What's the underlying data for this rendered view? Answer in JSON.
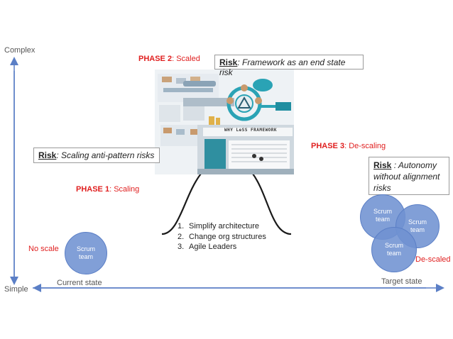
{
  "axes": {
    "y_top": "Complex",
    "y_bottom": "Simple",
    "x_left": "Current state",
    "x_right": "Target state"
  },
  "phases": {
    "phase1": {
      "bold": "PHASE 1",
      "rest": ": Scaling"
    },
    "phase2": {
      "bold": "PHASE 2",
      "rest": ": Scaled"
    },
    "phase3": {
      "bold": "PHASE 3",
      "rest": ": De-scaling"
    }
  },
  "risks": {
    "scaling": {
      "word": "Risk",
      "text": ": Scaling anti-pattern risks"
    },
    "framework": {
      "word": "Risk",
      "text": ": Framework as an end state risk"
    },
    "autonomy": {
      "word": "Risk",
      "text": " : Autonomy without alignment risks"
    }
  },
  "labels": {
    "no_scale": "No scale",
    "de_scaled": "De-scaled"
  },
  "circles": {
    "current": "Scrum team",
    "target_top": "Scrum team",
    "target_right": "Scrum team",
    "target_bottom": "Scrum team"
  },
  "steps": [
    {
      "num": "1.",
      "text": "Simplify architecture"
    },
    {
      "num": "2.",
      "text": "Change org structures"
    },
    {
      "num": "3.",
      "text": "Agile Leaders"
    }
  ],
  "image_caption": "WHY LeSS FRAMEWORK",
  "colors": {
    "accent_red": "#e02020",
    "axis_blue": "#5b7fc6",
    "circle_fill": "#7092d2"
  }
}
